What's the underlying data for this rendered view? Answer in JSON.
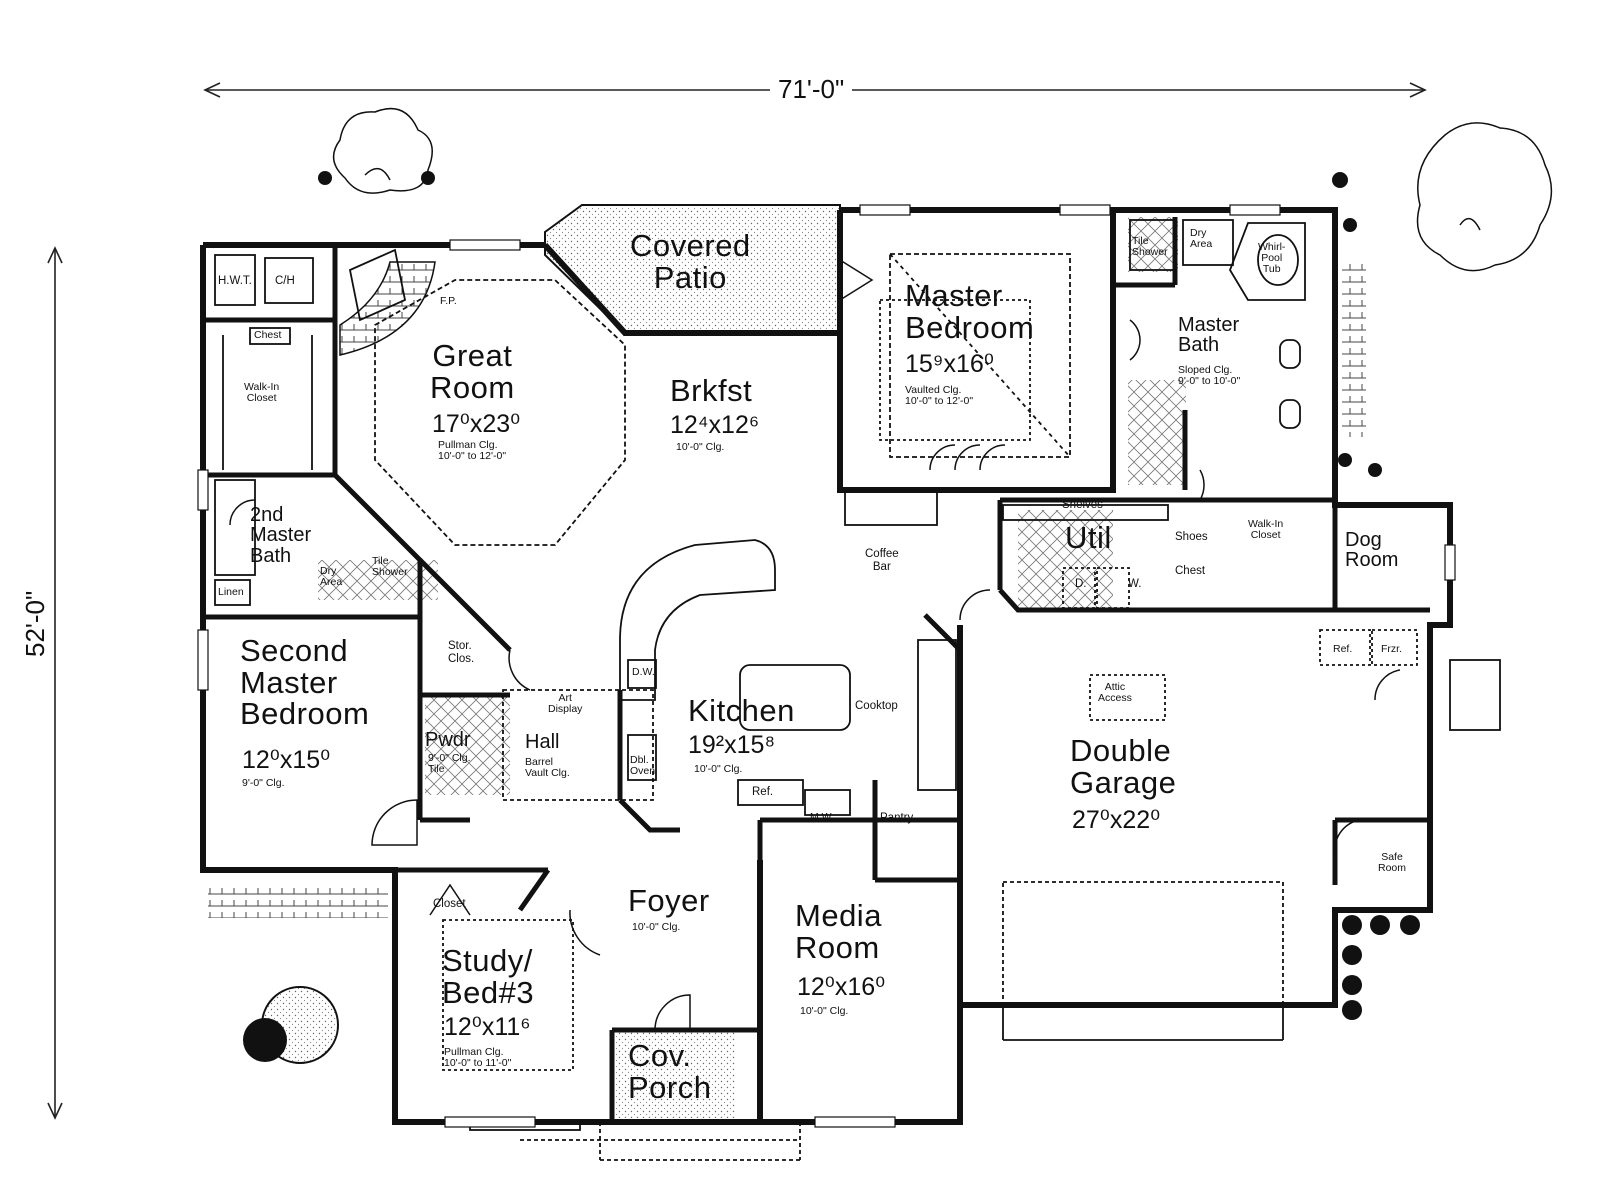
{
  "dimensions": {
    "width": "71'-0\"",
    "depth": "52'-0\""
  },
  "rooms": {
    "great_room": {
      "name": "Great\nRoom",
      "size": "17⁰x23⁰",
      "note": "Pullman Clg.\n10'-0\" to 12'-0\""
    },
    "covered_patio": {
      "name": "Covered\nPatio"
    },
    "brkfst": {
      "name": "Brkfst",
      "size": "12⁴x12⁶",
      "note": "10'-0\" Clg."
    },
    "master_bedroom": {
      "name": "Master\nBedroom",
      "size": "15⁹x16⁰",
      "note": "Vaulted Clg.\n10'-0\" to 12'-0\""
    },
    "master_bath": {
      "name": "Master\nBath",
      "note": "Sloped Clg.\n9'-0\" to 10'-0\""
    },
    "whirlpool": {
      "name": "Whirl-\nPool\nTub"
    },
    "tile_shower_master": {
      "name": "Tile\nShower"
    },
    "dry_area_master": {
      "name": "Dry\nArea"
    },
    "hwt": {
      "name": "H.W.T."
    },
    "ch": {
      "name": "C/H"
    },
    "chest_top": {
      "name": "Chest"
    },
    "walkin_closet_left": {
      "name": "Walk-In\nCloset"
    },
    "fp": {
      "name": "F.P."
    },
    "second_master_bath": {
      "name": "2nd\nMaster\nBath"
    },
    "linen": {
      "name": "Linen"
    },
    "dry_area_2nd": {
      "name": "Dry\nArea"
    },
    "tile_shower_2nd": {
      "name": "Tile\nShower"
    },
    "second_master_bedroom": {
      "name": "Second\nMaster\nBedroom",
      "size": "12⁰x15⁰",
      "note": "9'-0\" Clg."
    },
    "stor_clos": {
      "name": "Stor.\nClos."
    },
    "pwdr": {
      "name": "Pwdr",
      "note": "9'-0\" Clg.\nTile"
    },
    "hall": {
      "name": "Hall",
      "note": "Barrel\nVault Clg."
    },
    "art_display": {
      "name": "Art\nDisplay"
    },
    "dw": {
      "name": "D.W."
    },
    "kitchen": {
      "name": "Kitchen",
      "size": "19²x15⁸",
      "note": "10'-0\" Clg."
    },
    "dbl_oven": {
      "name": "Dbl.\nOven"
    },
    "cooktop": {
      "name": "Cooktop"
    },
    "ref_kitchen": {
      "name": "Ref."
    },
    "mw": {
      "name": "M.W."
    },
    "pantry": {
      "name": "Pantry"
    },
    "coffee_bar": {
      "name": "Coffee\nBar"
    },
    "shelves": {
      "name": "Shelves"
    },
    "util": {
      "name": "Util"
    },
    "dryer": {
      "name": "D."
    },
    "washer": {
      "name": "W."
    },
    "chest_util": {
      "name": "Chest"
    },
    "shoes": {
      "name": "Shoes"
    },
    "walkin_closet_right": {
      "name": "Walk-In\nCloset"
    },
    "dog_room": {
      "name": "Dog\nRoom"
    },
    "ref_garage": {
      "name": "Ref."
    },
    "frzr": {
      "name": "Frzr."
    },
    "attic_access": {
      "name": "Attic\nAccess"
    },
    "double_garage": {
      "name": "Double\nGarage",
      "size": "27⁰x22⁰"
    },
    "safe_room": {
      "name": "Safe\nRoom"
    },
    "closet_study": {
      "name": "Closet"
    },
    "foyer": {
      "name": "Foyer",
      "note": "10'-0\" Clg."
    },
    "study": {
      "name": "Study/\nBed#3",
      "size": "12⁰x11⁶",
      "note": "Pullman Clg.\n10'-0\" to 11'-0\""
    },
    "media_room": {
      "name": "Media\nRoom",
      "size": "12⁰x16⁰",
      "note": "10'-0\" Clg."
    },
    "cov_porch": {
      "name": "Cov.\nPorch"
    }
  }
}
